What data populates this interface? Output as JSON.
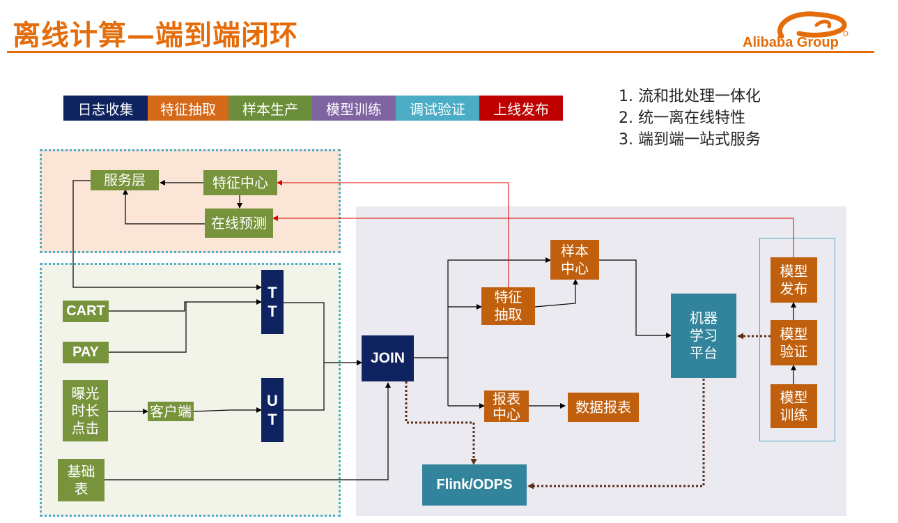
{
  "title": "离线计算—端到端闭环",
  "logo": {
    "text": "Alibaba Group"
  },
  "legend": [
    {
      "label": "日志收集",
      "color": "#0F2360"
    },
    {
      "label": "特征抽取",
      "color": "#D4691A"
    },
    {
      "label": "样本生产",
      "color": "#6B8E3A"
    },
    {
      "label": "模型训练",
      "color": "#8064A2"
    },
    {
      "label": "调试验证",
      "color": "#4BACC6"
    },
    {
      "label": "上线发布",
      "color": "#C00000"
    }
  ],
  "notes": [
    "1.  流和批处理一体化",
    "2.  统一离在线特性",
    "3.  端到端一站式服务"
  ],
  "nodes": {
    "service_layer": "服务层",
    "feature_center": "特征中心",
    "online_predict": "在线预测",
    "cart": "CART",
    "pay": "PAY",
    "exposure": [
      "曝光",
      "时长",
      "点击"
    ],
    "client": "客户端",
    "base_table": [
      "基础",
      "表"
    ],
    "tt": [
      "T",
      "T"
    ],
    "ut": [
      "U",
      "T"
    ],
    "join": "JOIN",
    "sample_center": [
      "样本",
      "中心"
    ],
    "feature_extract": [
      "特征",
      "抽取"
    ],
    "report_center": [
      "报表",
      "中心"
    ],
    "data_report": "数据报表",
    "ml_platform": [
      "机器",
      "学习",
      "平台"
    ],
    "model_publish": [
      "模型",
      "发布"
    ],
    "model_verify": [
      "模型",
      "验证"
    ],
    "model_train": [
      "模型",
      "训练"
    ],
    "flink_odps": "Flink/ODPS"
  }
}
